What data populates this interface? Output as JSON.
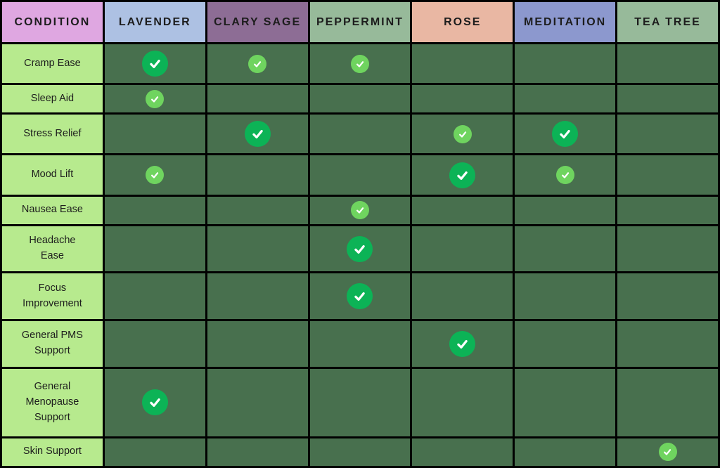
{
  "chart_data": {
    "type": "table",
    "title": "",
    "columns": [
      "CONDITION",
      "LAVENDER",
      "CLARY SAGE",
      "PEPPERMINT",
      "ROSE",
      "MEDITATION",
      "TEA TREE"
    ],
    "oil_columns": [
      "LAVENDER",
      "CLARY SAGE",
      "PEPPERMINT",
      "ROSE",
      "MEDITATION",
      "TEA TREE"
    ],
    "conditions": [
      "Cramp Ease",
      "Sleep Aid",
      "Stress Relief",
      "Mood Lift",
      "Nausea Ease",
      "Headache\nEase",
      "Focus Improvement",
      "General PMS Support",
      "General Menopause\nSupport",
      "Skin Support"
    ],
    "checks": [
      [
        "large",
        "small",
        "small",
        "",
        "",
        ""
      ],
      [
        "small",
        "",
        "",
        "",
        "",
        ""
      ],
      [
        "",
        "large",
        "",
        "small",
        "large",
        ""
      ],
      [
        "small",
        "",
        "",
        "large",
        "small",
        ""
      ],
      [
        "",
        "",
        "small",
        "",
        "",
        ""
      ],
      [
        "",
        "",
        "large",
        "",
        "",
        ""
      ],
      [
        "",
        "",
        "large",
        "",
        "",
        ""
      ],
      [
        "",
        "",
        "",
        "large",
        "",
        ""
      ],
      [
        "large",
        "",
        "",
        "",
        "",
        ""
      ],
      [
        "",
        "",
        "",
        "",
        "",
        "small"
      ]
    ]
  },
  "style": {
    "header_colors": [
      "#dfa7e1",
      "#adc1e3",
      "#8d6d95",
      "#97ba9a",
      "#e9b7a3",
      "#8c98ce",
      "#97ba9a"
    ],
    "grid_line": "#000000",
    "header_text": "#1d1d1d",
    "row_text": "#1d1d1d",
    "condition_cell_bg": "#b7ea8e",
    "matrix_cell_bg": "#48704e",
    "check_large_color": "#0cb356",
    "check_small_color": "#6fd45f",
    "check_glyph_color": "#ffffff"
  },
  "icons": {
    "check": "checkmark-icon"
  }
}
